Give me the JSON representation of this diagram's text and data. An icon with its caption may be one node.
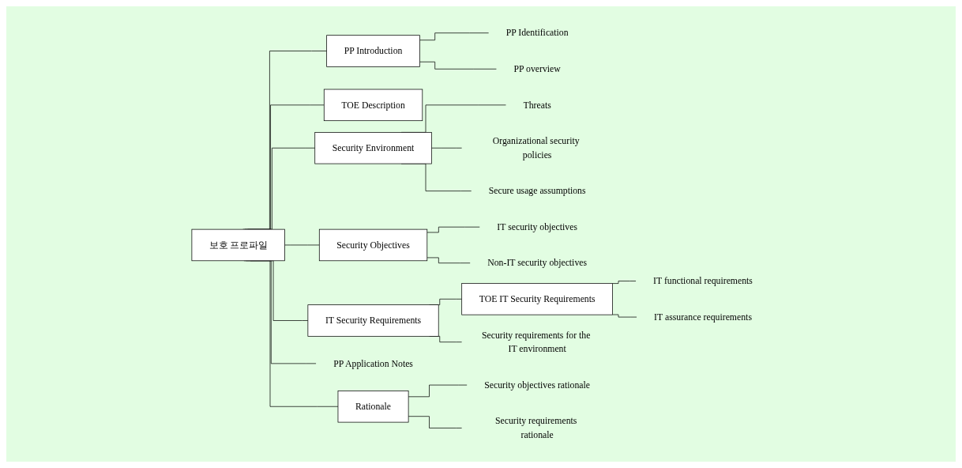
{
  "diagram": {
    "nodes": [
      {
        "text": [
          "보호 프로파일"
        ]
      },
      {
        "text": [
          "PP Introduction"
        ]
      },
      {
        "text": [
          "PP Identification"
        ]
      },
      {
        "text": [
          "PP overview"
        ]
      },
      {
        "text": [
          "TOE Description"
        ]
      },
      {
        "text": [
          "Security Environment"
        ]
      },
      {
        "text": [
          "Threats"
        ]
      },
      {
        "text": [
          "Organizational security policies"
        ]
      },
      {
        "text": [
          "Secure usage assumptions"
        ]
      },
      {
        "text": [
          "Security Objectives"
        ]
      },
      {
        "text": [
          "IT security objectives"
        ]
      },
      {
        "text": [
          "Non-IT security objectives"
        ]
      },
      {
        "text": [
          "IT Security Requirements"
        ]
      },
      {
        "text": [
          "TOE IT Security Requirements"
        ]
      },
      {
        "text": [
          "IT functional requirements"
        ]
      },
      {
        "text": [
          "IT assurance requirements"
        ]
      },
      {
        "text": [
          "Security requirements for the IT environment"
        ]
      },
      {
        "text": [
          "PP Application Notes"
        ]
      },
      {
        "text": [
          "Rationale"
        ]
      },
      {
        "text": [
          "Security objectives rationale"
        ]
      },
      {
        "text": [
          "Security requirements rationale"
        ]
      }
    ],
    "edges": [
      {
        "from": 0,
        "to": 1,
        "arrow": "none"
      },
      {
        "from": 1,
        "to": 2,
        "arrow": "none"
      },
      {
        "from": 1,
        "to": 3,
        "arrow": "none"
      },
      {
        "from": 0,
        "to": 4,
        "arrow": "none"
      },
      {
        "from": 0,
        "to": 5,
        "arrow": "none"
      },
      {
        "from": 5,
        "to": 6,
        "arrow": "none"
      },
      {
        "from": 5,
        "to": 7,
        "arrow": "none"
      },
      {
        "from": 5,
        "to": 8,
        "arrow": "none"
      },
      {
        "from": 0,
        "to": 9,
        "arrow": "none"
      },
      {
        "from": 9,
        "to": 10,
        "arrow": "none"
      },
      {
        "from": 9,
        "to": 11,
        "arrow": "none"
      },
      {
        "from": 0,
        "to": 12,
        "arrow": "none"
      },
      {
        "from": 12,
        "to": 13,
        "arrow": "none"
      },
      {
        "from": 13,
        "to": 14,
        "arrow": "none"
      },
      {
        "from": 13,
        "to": 15,
        "arrow": "none"
      },
      {
        "from": 12,
        "to": 16,
        "arrow": "none"
      },
      {
        "from": 0,
        "to": 17,
        "arrow": "none"
      },
      {
        "from": 0,
        "to": 18,
        "arrow": "none"
      },
      {
        "from": 18,
        "to": 19,
        "arrow": "none"
      },
      {
        "from": 18,
        "to": 20,
        "arrow": "none"
      }
    ]
  }
}
